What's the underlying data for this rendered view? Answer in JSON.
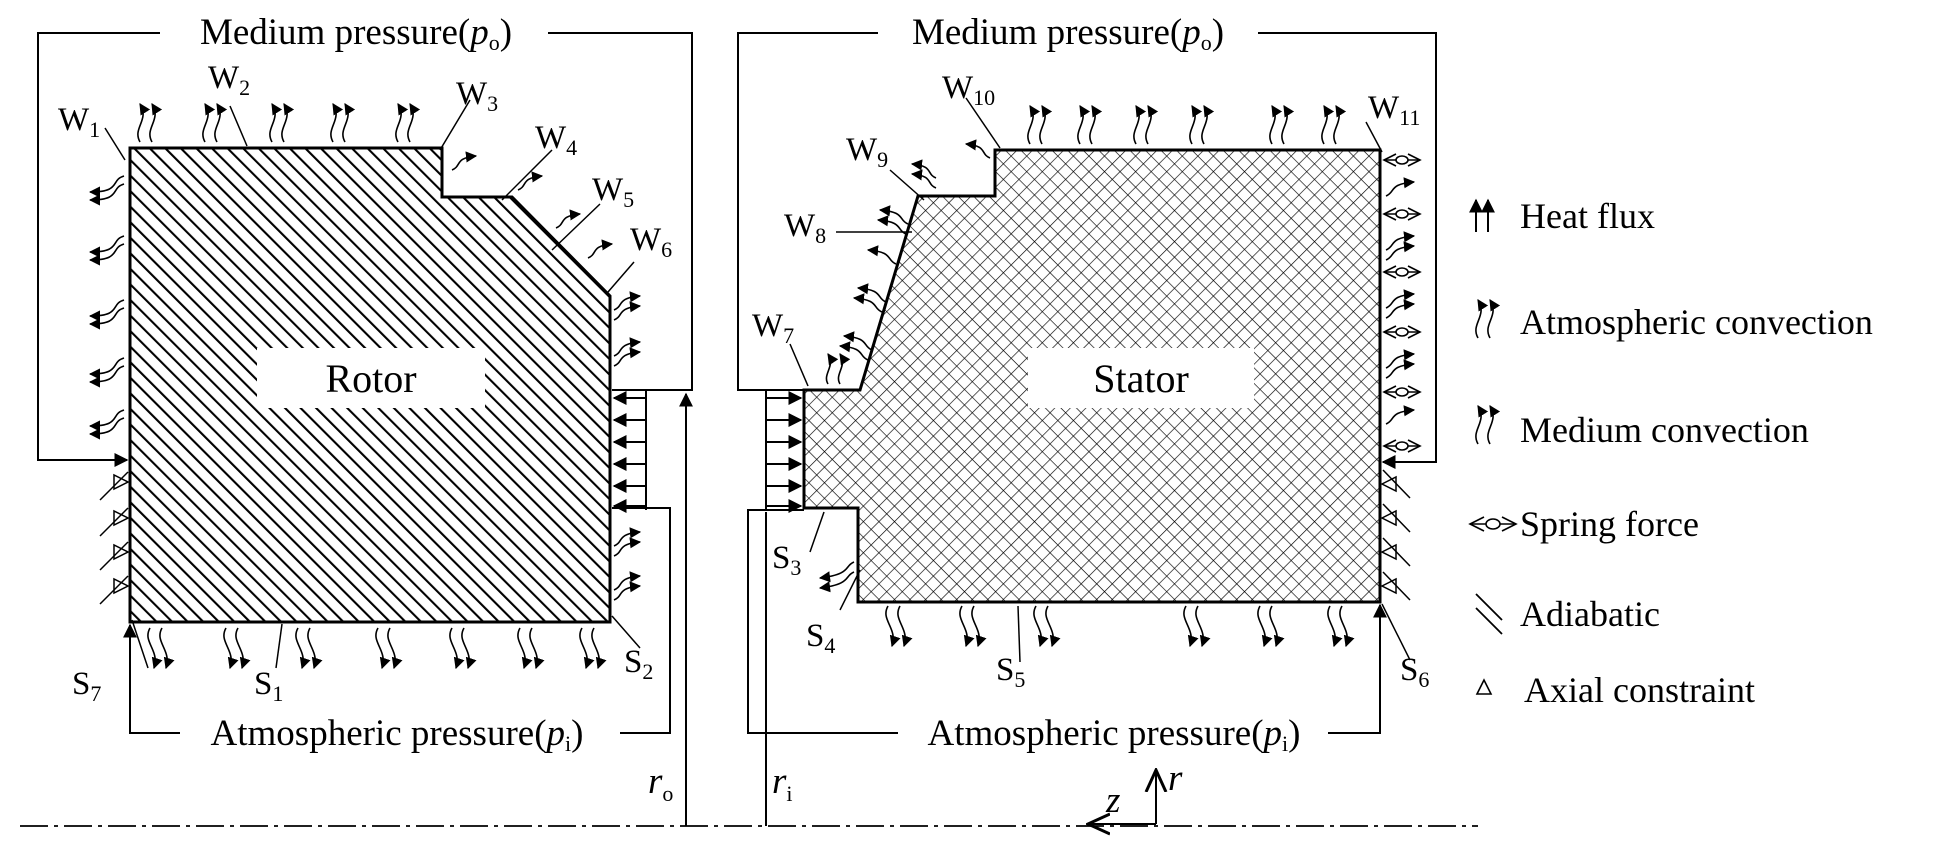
{
  "diagram": {
    "top_labels": {
      "rotor": {
        "prefix": "Medium pressure(",
        "var": "p",
        "sub": "o",
        "suffix": ")"
      },
      "stator": {
        "prefix": "Medium pressure(",
        "var": "p",
        "sub": "o",
        "suffix": ")"
      }
    },
    "bottom_labels": {
      "rotor": {
        "prefix": "Atmospheric pressure(",
        "var": "p",
        "sub": "i",
        "suffix": ")"
      },
      "stator": {
        "prefix": "Atmospheric pressure(",
        "var": "p",
        "sub": "i",
        "suffix": ")"
      }
    },
    "parts": {
      "rotor": "Rotor",
      "stator": "Stator"
    },
    "surfaces": {
      "W1": {
        "base": "W",
        "sub": "1"
      },
      "W2": {
        "base": "W",
        "sub": "2"
      },
      "W3": {
        "base": "W",
        "sub": "3"
      },
      "W4": {
        "base": "W",
        "sub": "4"
      },
      "W5": {
        "base": "W",
        "sub": "5"
      },
      "W6": {
        "base": "W",
        "sub": "6"
      },
      "W7": {
        "base": "W",
        "sub": "7"
      },
      "W8": {
        "base": "W",
        "sub": "8"
      },
      "W9": {
        "base": "W",
        "sub": "9"
      },
      "W10": {
        "base": "W",
        "sub": "10"
      },
      "W11": {
        "base": "W",
        "sub": "11"
      },
      "S1": {
        "base": "S",
        "sub": "1"
      },
      "S2": {
        "base": "S",
        "sub": "2"
      },
      "S3": {
        "base": "S",
        "sub": "3"
      },
      "S4": {
        "base": "S",
        "sub": "4"
      },
      "S5": {
        "base": "S",
        "sub": "5"
      },
      "S6": {
        "base": "S",
        "sub": "6"
      },
      "S7": {
        "base": "S",
        "sub": "7"
      }
    },
    "radii": {
      "ro": {
        "base": "r",
        "sub": "o"
      },
      "ri": {
        "base": "r",
        "sub": "i"
      }
    },
    "axes": {
      "r": "r",
      "z": "z"
    }
  },
  "legend": {
    "heat_flux": "Heat flux",
    "atmospheric_convection": "Atmospheric convection",
    "medium_convection": "Medium convection",
    "spring_force": "Spring force",
    "adiabatic": "Adiabatic",
    "axial_constraint": "Axial constraint"
  },
  "colors": {
    "line": "#000000",
    "background": "#ffffff"
  }
}
